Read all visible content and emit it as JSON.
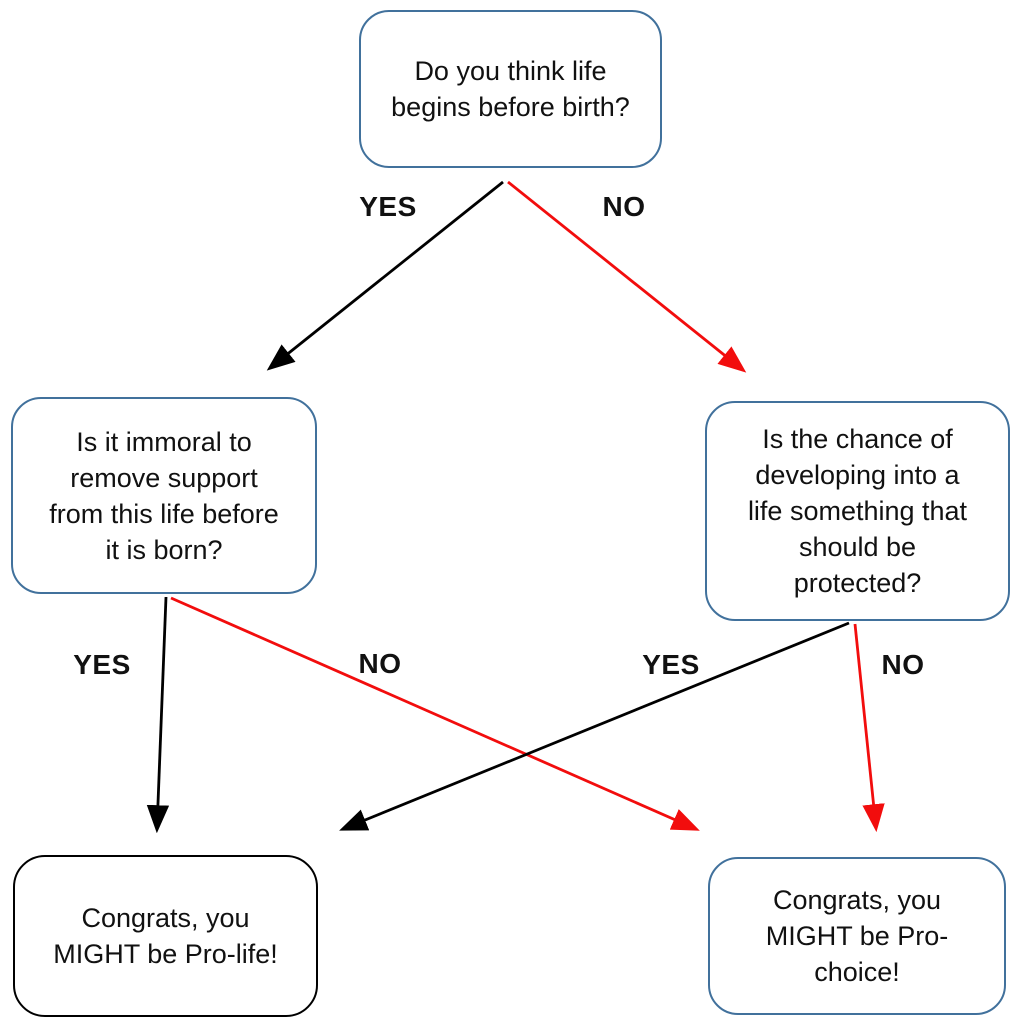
{
  "diagram": {
    "type": "flowchart",
    "nodes": {
      "root": {
        "lines": [
          "Do you think life",
          "begins before birth?"
        ],
        "text": "Do you think life begins before birth?"
      },
      "left_question": {
        "lines": [
          "Is it immoral to",
          "remove support",
          "from this life before",
          "it is born?"
        ],
        "text": "Is it immoral to remove support from this life before it is born?"
      },
      "right_question": {
        "lines": [
          "Is the chance of",
          "developing into a",
          "life something that",
          "should be",
          "protected?"
        ],
        "text": "Is the chance of developing into a life something that should be protected?"
      },
      "pro_life_result": {
        "lines": [
          "Congrats, you",
          "MIGHT be Pro-life!"
        ],
        "text": "Congrats, you MIGHT be Pro-life!"
      },
      "pro_choice_result": {
        "lines": [
          "Congrats, you",
          "MIGHT be Pro-",
          "choice!"
        ],
        "text": "Congrats, you MIGHT be Pro-choice!"
      }
    },
    "edges": {
      "root_yes": {
        "label": "YES",
        "color": "black",
        "from": "root",
        "to": "left_question"
      },
      "root_no": {
        "label": "NO",
        "color": "red",
        "from": "root",
        "to": "right_question"
      },
      "left_yes": {
        "label": "YES",
        "color": "black",
        "from": "left_question",
        "to": "pro_life_result"
      },
      "left_no": {
        "label": "NO",
        "color": "red",
        "from": "left_question",
        "to": "pro_choice_result"
      },
      "right_yes": {
        "label": "YES",
        "color": "black",
        "from": "right_question",
        "to": "pro_life_result"
      },
      "right_no": {
        "label": "NO",
        "color": "red",
        "from": "right_question",
        "to": "pro_choice_result"
      }
    },
    "colors": {
      "box_outline_blue": "#41719C",
      "box_outline_black": "#000000",
      "edge_black": "#000000",
      "edge_red": "#F20D0D",
      "text": "#111111",
      "background": "#FFFFFF"
    }
  }
}
